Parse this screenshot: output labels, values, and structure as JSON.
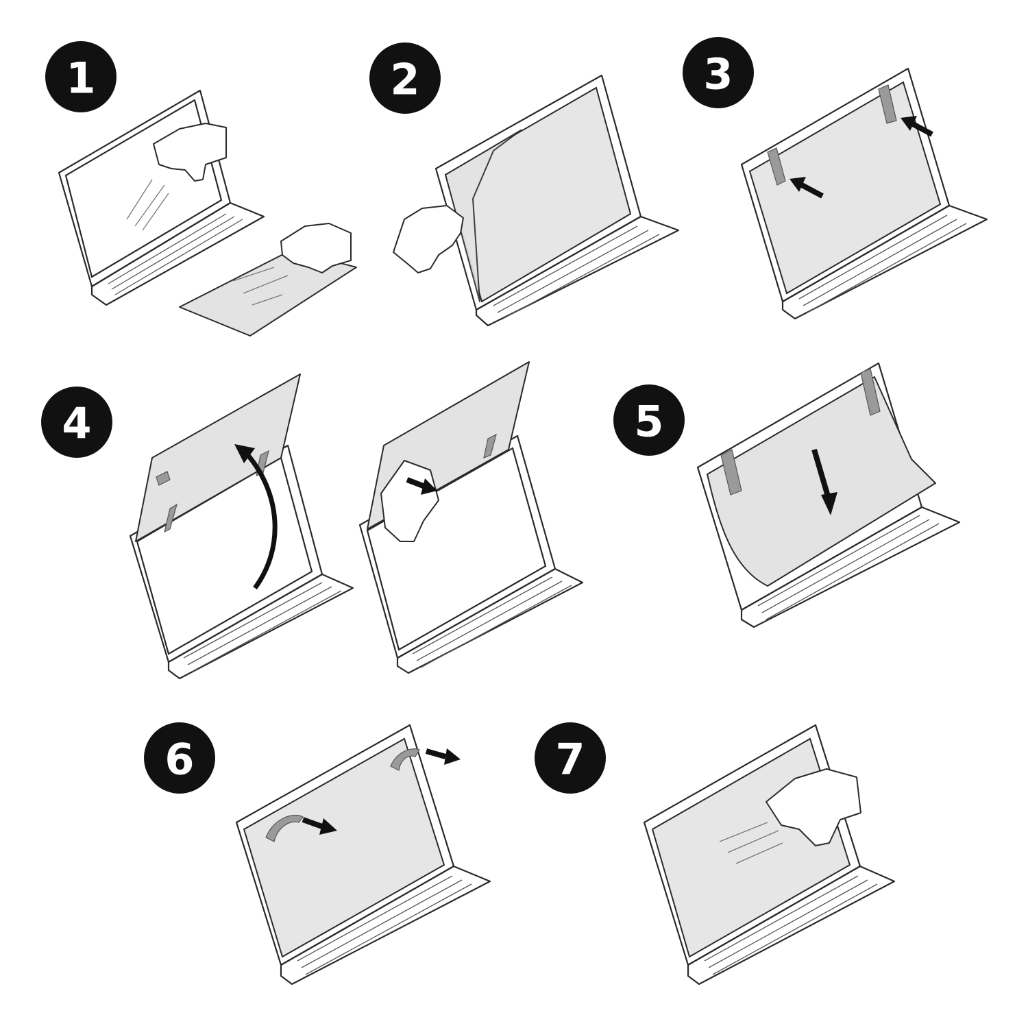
{
  "steps": [
    {
      "number": "1",
      "icon": "clean-screen-and-film-illustration"
    },
    {
      "number": "2",
      "icon": "align-film-on-screen-illustration"
    },
    {
      "number": "3",
      "icon": "attach-alignment-tabs-illustration"
    },
    {
      "number": "4",
      "icon": "lift-film-and-peel-liner-illustration"
    },
    {
      "number": "5",
      "icon": "lay-film-onto-screen-illustration"
    },
    {
      "number": "6",
      "icon": "remove-alignment-tabs-illustration"
    },
    {
      "number": "7",
      "icon": "smooth-film-with-cloth-illustration"
    }
  ],
  "colors": {
    "badge": "#111111",
    "film": "#e3e3e3",
    "tab": "#9a9a9a",
    "outline": "#2a2a2a"
  }
}
